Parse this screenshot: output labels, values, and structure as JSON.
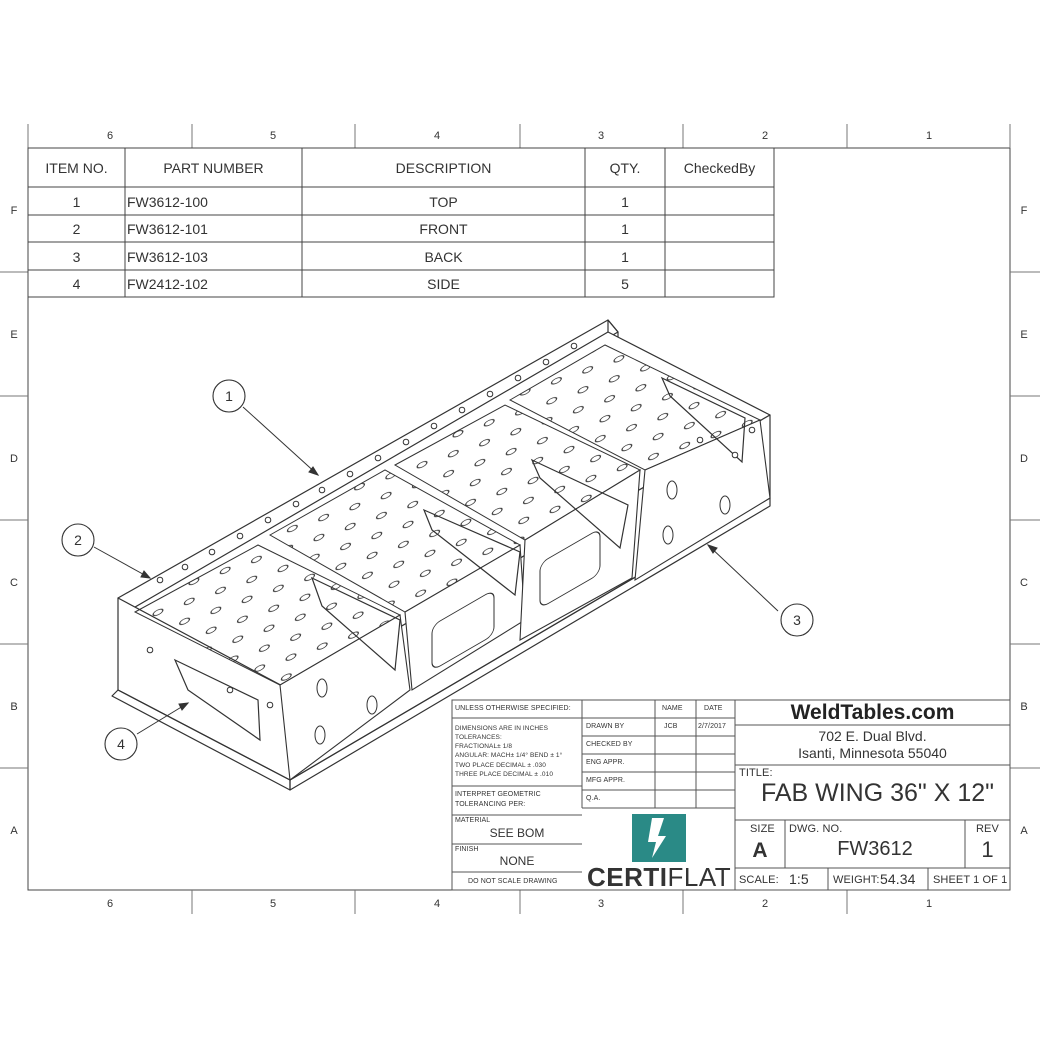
{
  "zones": {
    "columns": [
      "6",
      "5",
      "4",
      "3",
      "2",
      "1"
    ],
    "rows": [
      "F",
      "E",
      "D",
      "C",
      "B",
      "A"
    ]
  },
  "bom": {
    "headers": [
      "ITEM NO.",
      "PART NUMBER",
      "DESCRIPTION",
      "QTY.",
      "CheckedBy"
    ],
    "rows": [
      {
        "item": "1",
        "part": "FW3612-100",
        "desc": "TOP",
        "qty": "1",
        "checked": ""
      },
      {
        "item": "2",
        "part": "FW3612-101",
        "desc": "FRONT",
        "qty": "1",
        "checked": ""
      },
      {
        "item": "3",
        "part": "FW3612-103",
        "desc": "BACK",
        "qty": "1",
        "checked": ""
      },
      {
        "item": "4",
        "part": "FW2412-102",
        "desc": "SIDE",
        "qty": "5",
        "checked": ""
      }
    ]
  },
  "balloons": [
    "1",
    "2",
    "3",
    "4"
  ],
  "title_block": {
    "unless": "UNLESS OTHERWISE SPECIFIED:",
    "name_header": "NAME",
    "date_header": "DATE",
    "dims": [
      "DIMENSIONS ARE IN INCHES",
      "TOLERANCES:",
      "FRACTIONAL± 1/8",
      "ANGULAR: MACH± 1/4° BEND ± 1°",
      "TWO PLACE DECIMAL   ± .030",
      "THREE PLACE DECIMAL  ± .010"
    ],
    "drawn_by": "DRAWN BY",
    "drawn_name": "JCB",
    "drawn_date": "2/7/2017",
    "checked_by": "CHECKED BY",
    "eng_appr": "ENG APPR.",
    "mfg_appr": "MFG APPR.",
    "qa": "Q.A.",
    "interpret": [
      "INTERPRET GEOMETRIC",
      "TOLERANCING PER:"
    ],
    "material_label": "MATERIAL",
    "material_value": "SEE BOM",
    "finish_label": "FINISH",
    "finish_value": "NONE",
    "no_scale": "DO NOT SCALE DRAWING",
    "logo_text_a": "CERTI",
    "logo_text_b": "FLAT",
    "company": "WeldTables.com",
    "address1": "702 E. Dual Blvd.",
    "address2": "Isanti, Minnesota 55040",
    "title_label": "TITLE:",
    "title": "FAB WING 36\" X 12\"",
    "size_label": "SIZE",
    "size_value": "A",
    "dwg_label": "DWG.  NO.",
    "dwg_value": "FW3612",
    "rev_label": "REV",
    "rev_value": "1",
    "scale_label": "SCALE:",
    "scale_value": "1:5",
    "weight_label": "WEIGHT:",
    "weight_value": "54.34",
    "sheet": "SHEET 1 OF 1"
  },
  "colors": {
    "line": "#333333",
    "logo_teal": "#2a8a86"
  }
}
